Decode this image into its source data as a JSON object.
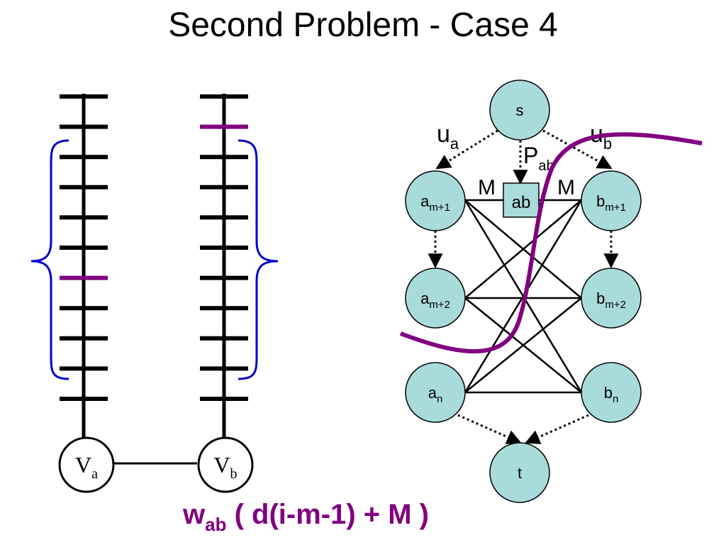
{
  "title": "Second Problem - Case 4",
  "colors": {
    "node_fill": "#aadbdb",
    "highlight": "#800080",
    "brace": "#0000cc",
    "stroke": "#000000"
  },
  "left_figure": {
    "vertex_a": {
      "main": "V",
      "sub": "a"
    },
    "vertex_b": {
      "main": "V",
      "sub": "b"
    }
  },
  "graph": {
    "nodes": {
      "s": "s",
      "t": "t",
      "am1": {
        "main": "a",
        "sub": "m+1"
      },
      "am2": {
        "main": "a",
        "sub": "m+2"
      },
      "an": {
        "main": "a",
        "sub": "n"
      },
      "bm1": {
        "main": "b",
        "sub": "m+1"
      },
      "bm2": {
        "main": "b",
        "sub": "m+2"
      },
      "bn": {
        "main": "b",
        "sub": "n"
      },
      "ab": "ab"
    },
    "labels": {
      "ua": {
        "main": "u",
        "sub": "a"
      },
      "ub": {
        "main": "u",
        "sub": "b"
      },
      "pab": {
        "main": "P",
        "sub": "ab"
      },
      "m_left": "M",
      "m_right": "M"
    }
  },
  "formula": {
    "w": "w",
    "sub": "ab",
    "rest": " ( d(i-m-1) + M )"
  }
}
